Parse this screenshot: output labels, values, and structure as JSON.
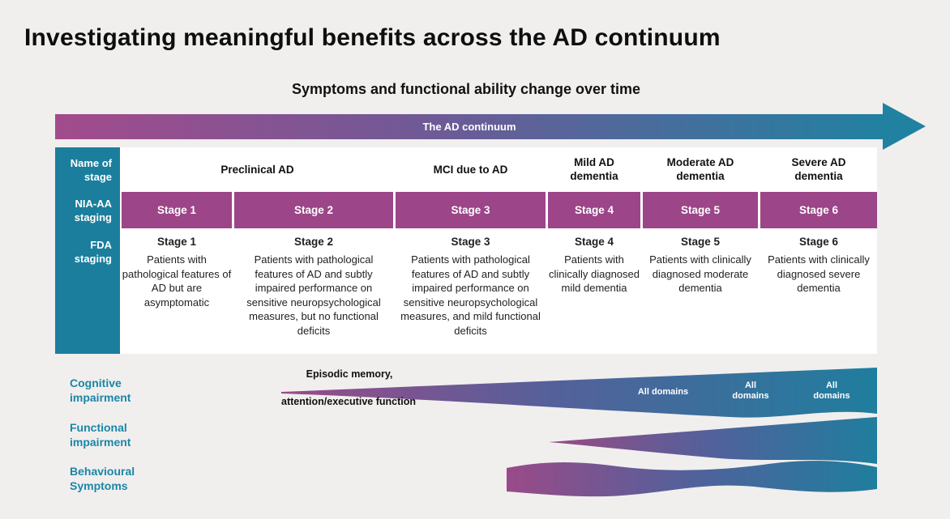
{
  "page": {
    "title": "Investigating meaningful benefits across the AD continuum",
    "subtitle": "Symptoms and functional ability change over time"
  },
  "banner": {
    "label": "The AD continuum"
  },
  "table": {
    "row_labels": [
      "Name of\nstage",
      "NIA-AA\nstaging",
      "FDA\nstaging"
    ],
    "stage_groups": [
      {
        "label": "Preclinical AD",
        "spans_stages": [
          1,
          2
        ]
      },
      {
        "label": "MCI due to AD",
        "spans_stages": [
          3
        ]
      },
      {
        "label": "Mild AD\ndementia",
        "spans_stages": [
          4
        ]
      },
      {
        "label": "Moderate AD\ndementia",
        "spans_stages": [
          5
        ]
      },
      {
        "label": "Severe AD\ndementia",
        "spans_stages": [
          6
        ]
      }
    ],
    "nia_stages": [
      "Stage 1",
      "Stage 2",
      "Stage 3",
      "Stage 4",
      "Stage 5",
      "Stage 6"
    ],
    "fda_stages": [
      {
        "title": "Stage 1",
        "description": "Patients with pathological features of AD but are asymptomatic"
      },
      {
        "title": "Stage 2",
        "description": "Patients with pathological features of AD and subtly impaired performance on sensitive neuropsychological measures, but no functional deficits"
      },
      {
        "title": "Stage 3",
        "description": "Patients with pathological features of AD and subtly impaired performance on sensitive neuropsychological measures, and mild functional deficits"
      },
      {
        "title": "Stage 4",
        "description": "Patients with clinically diagnosed mild dementia"
      },
      {
        "title": "Stage 5",
        "description": "Patients with clinically diagnosed moderate dementia"
      },
      {
        "title": "Stage 6",
        "description": "Patients with clinically diagnosed severe dementia"
      }
    ]
  },
  "impairments": {
    "rows": [
      {
        "label": "Cognitive\nimpairment"
      },
      {
        "label": "Functional\nimpairment"
      },
      {
        "label": "Behavioural\nSymptoms"
      }
    ],
    "cognitive_annotation_top": "Episodic memory,",
    "cognitive_annotation_bottom": "attention/executive function",
    "all_domains_labels": [
      "All domains",
      "All domains",
      "All domains"
    ]
  },
  "colors": {
    "background": "#f0efee",
    "teal": "#1c7e9d",
    "arrow_teal": "#2181a1",
    "purple": "#9c4588",
    "gradient_purple": "#9a4a88",
    "label_teal_text": "#1b86a6"
  }
}
